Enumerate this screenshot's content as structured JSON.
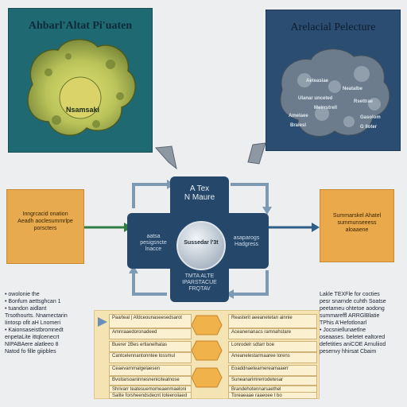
{
  "left_panel": {
    "title": "Ahbarl'Altat Pi'uaten",
    "center_label": "Nsamsaki"
  },
  "right_panel": {
    "title": "Arelacial Pelecture",
    "labels": [
      "Aeteasiae",
      "Neatalbe",
      "Ulanar unceted",
      "Rsettrae",
      "Meirrstrell",
      "Amelaee",
      "Gasolom",
      "Bralesl",
      "G lloter"
    ]
  },
  "left_box": {
    "lines": [
      "Inngrcacid onation",
      "Aeadh aoclesummrlpe",
      "porscters"
    ]
  },
  "right_box": {
    "lines": [
      "Summarskel Ahatel",
      "summunseeess",
      "aloaaene"
    ]
  },
  "center": {
    "top_lines": [
      "A Tex",
      "N Maure"
    ],
    "hub_label": "Sussedar l'3t",
    "left_lines": [
      "aatsa",
      "pesigsncte",
      "lnacce"
    ],
    "right_lines": [
      "asaparogs",
      "Hadgress"
    ],
    "bottom_lines": [
      "TMTA ALTE",
      "IPARSTACUE",
      "FRQTAV"
    ]
  },
  "bottom_left": {
    "lines": [
      "• owolonie the",
      "• Bonfum aettsghcan 1",
      "• tuandon aidlant",
      "Trsothourts. Nnamectarin",
      "Iintosp ofit aH Lnomeri",
      "• Kaionsaseistbromnedt",
      "enpetaLite ittqlcenecrt",
      "NIPABAere alatleeo 8",
      "Natod fo fille giipbles"
    ]
  },
  "bottom_right": {
    "lines": [
      "Lakle TEXFle for cocties",
      "pesr snarnde cuhth Soatse",
      "peetameu ohtetoe aodong",
      "summareffl ARRGlBlatie",
      "TPhis A'Hefotlonarl",
      "• Jocsniellunaetlne",
      "oseaases. beletet ealtored",
      "defetities aniCOE Arnuliiod",
      "pesenvy hhirsat Cbaim"
    ]
  },
  "table": {
    "rows": [
      {
        "left": "Paa/teal | Afdceounaseesedsarot",
        "right": "Reasterit aeeanetetan ainnie"
      },
      {
        "left": "Amnraaedoronadeed",
        "right": "Aceanenanacs ramnahstare"
      },
      {
        "left": "Buerer 2Bes ertlanelhalas",
        "right": "Lonrodelr sdtarr boe"
      },
      {
        "left": "Cantcelennantonntee lossmul",
        "right": "Aneanelestarmaaree lorens"
      },
      {
        "left": "Ceaevarnmalgelaesen",
        "right": "Eoaddnaetearnereamaaerr"
      },
      {
        "left": "Bvoitarsoaninnesneniciteatnose",
        "right": "Suneanarimrerrodetesar"
      },
      {
        "left": "Shrivarr teatesuemomeaenmaeloni",
        "right": "Brandehotennarsaethel"
      },
      {
        "left": "Salite forsheendsdecnt toteeroiiaed",
        "right": "Toreaeaae raaeoee t bo"
      }
    ]
  },
  "colors": {
    "left_panel": "#1f6a72",
    "right_panel": "#2a4d71",
    "orange_box": "#e8aa4e",
    "hub_dark": "#25476a",
    "arrow_green": "#2f7d43",
    "arrow_blue": "#2f5f86"
  }
}
